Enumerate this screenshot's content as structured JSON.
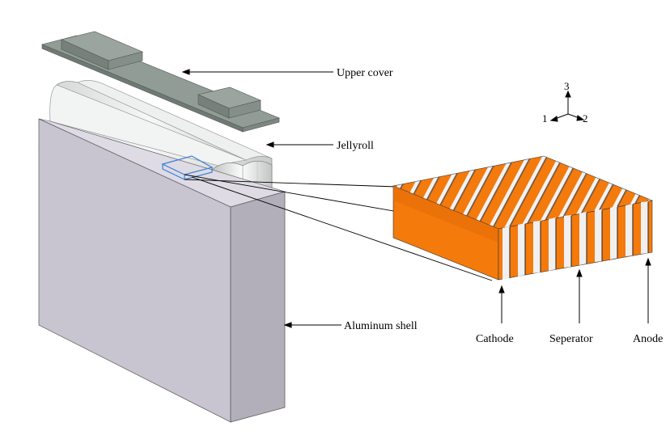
{
  "labels": {
    "upper_cover": "Upper cover",
    "jellyroll": "Jellyroll",
    "aluminum_shell": "Aluminum shell",
    "cathode": "Cathode",
    "separator": "Seperator",
    "anode": "Anode"
  },
  "axes": {
    "x1": "1",
    "x2": "2",
    "x3": "3"
  },
  "colors": {
    "shell_front": "#c8c5d0",
    "shell_side": "#b2afbb",
    "shell_top": "#dedbe4",
    "cover": "#8e9a93",
    "cover_dark": "#6f7a74",
    "jellyroll": "#e6e8e7",
    "layer_orange": "#f47a0c",
    "layer_dark_orange": "#d9650a",
    "layer_white": "#eeeeee",
    "highlight_box": "#3b7fd8"
  }
}
